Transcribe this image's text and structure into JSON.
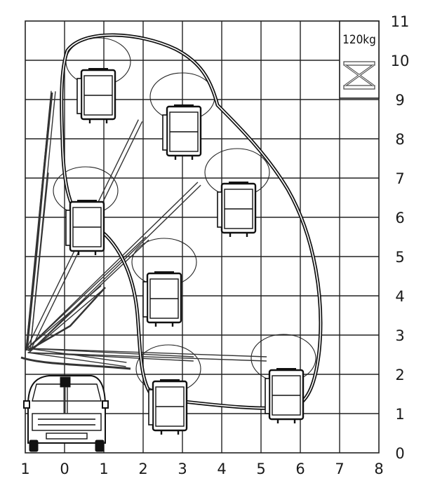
{
  "diagram": {
    "x_ticks": [
      "1",
      "0",
      "1",
      "2",
      "3",
      "4",
      "5",
      "6",
      "7",
      "8"
    ],
    "y_ticks": [
      "0",
      "1",
      "2",
      "3",
      "4",
      "5",
      "6",
      "7",
      "8",
      "9",
      "10",
      "11"
    ],
    "capacity": "120kg",
    "icons": [
      "scissor-lift-icon",
      "platform-basket-icon",
      "van-icon"
    ]
  }
}
